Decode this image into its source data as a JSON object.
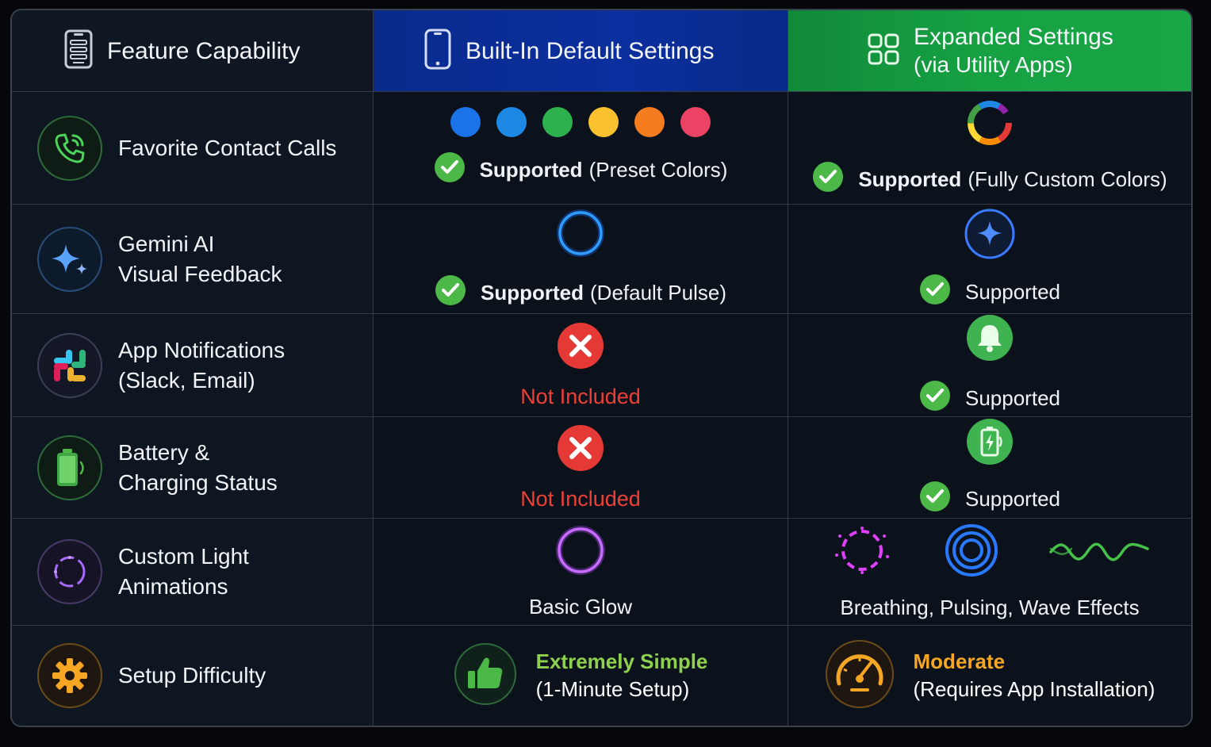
{
  "header": {
    "col1": "Feature Capability",
    "col2": "Built-In Default Settings",
    "col3_line1": "Expanded Settings",
    "col3_line2": "(via Utility Apps)"
  },
  "rows": [
    {
      "feature": [
        "Favorite Contact Calls"
      ],
      "builtin": {
        "status": "Supported",
        "detail": "(Preset Colors)"
      },
      "expanded": {
        "status": "Supported",
        "detail": "(Fully Custom Colors)"
      }
    },
    {
      "feature": [
        "Gemini AI",
        "Visual Feedback"
      ],
      "builtin": {
        "status": "Supported",
        "detail": "(Default Pulse)"
      },
      "expanded": {
        "status": "Supported"
      }
    },
    {
      "feature": [
        "App Notifications",
        "(Slack, Email)"
      ],
      "builtin": {
        "status": "Not Included"
      },
      "expanded": {
        "status": "Supported"
      }
    },
    {
      "feature": [
        "Battery &",
        "Charging Status"
      ],
      "builtin": {
        "status": "Not Included"
      },
      "expanded": {
        "status": "Supported"
      }
    },
    {
      "feature": [
        "Custom Light",
        "Animations"
      ],
      "builtin": {
        "status": "Basic Glow"
      },
      "expanded": {
        "status": "Breathing, Pulsing, Wave Effects"
      }
    },
    {
      "feature": [
        "Setup Difficulty"
      ],
      "builtin": {
        "line1": "Extremely Simple",
        "line2": "(1-Minute Setup)"
      },
      "expanded": {
        "line1": "Moderate",
        "line2": "(Requires App Installation)"
      }
    }
  ],
  "colors": {
    "supported_green": "#4cb848",
    "not_included_red": "#ef4038",
    "simple_green": "#8fd14f",
    "moderate_orange": "#f5a623",
    "preset_dots": [
      "#1a73e8",
      "#1e88e5",
      "#2db04e",
      "#fbc02d",
      "#f57c1f",
      "#ec4364"
    ]
  }
}
